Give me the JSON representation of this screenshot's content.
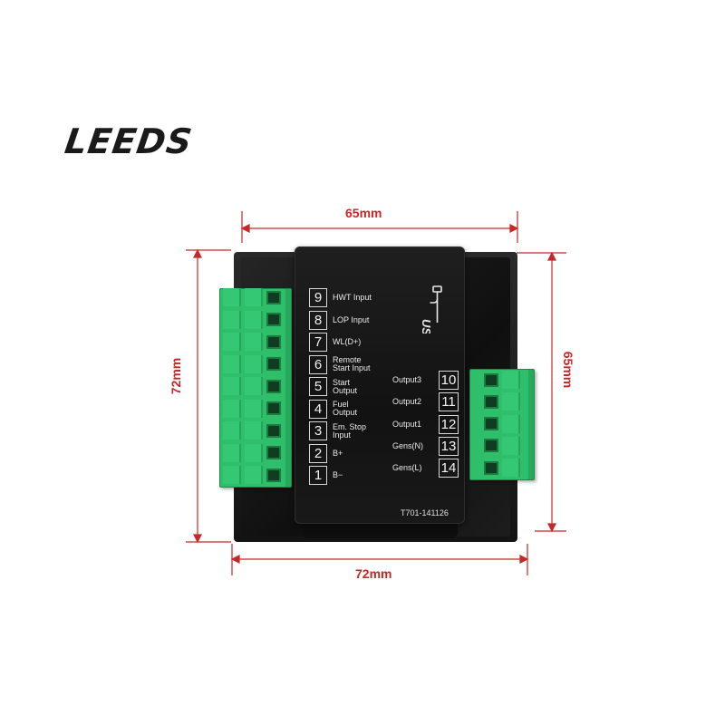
{
  "brand": {
    "name": "LEEDS"
  },
  "dimensions": {
    "top_width": "65mm",
    "bottom_width": "72mm",
    "left_height": "72mm",
    "right_height": "65mm",
    "line_color": "#c62828"
  },
  "left_terminals": [
    {
      "num": "9",
      "label": "HWT Input"
    },
    {
      "num": "8",
      "label": "LOP Input"
    },
    {
      "num": "7",
      "label": "WL(D+)"
    },
    {
      "num": "6",
      "label": "Remote\nStart Input"
    },
    {
      "num": "5",
      "label": "Start\nOutput"
    },
    {
      "num": "4",
      "label": "Fuel\nOutput"
    },
    {
      "num": "3",
      "label": "Em. Stop\nInput"
    },
    {
      "num": "2",
      "label": "B+"
    },
    {
      "num": "1",
      "label": "B−"
    }
  ],
  "right_terminals": [
    {
      "num": "10",
      "label": "Output3"
    },
    {
      "num": "11",
      "label": "Output2"
    },
    {
      "num": "12",
      "label": "Output1"
    },
    {
      "num": "13",
      "label": "Gens(N)"
    },
    {
      "num": "14",
      "label": "Gens(L)"
    }
  ],
  "usb": {
    "label": "USB",
    "icon": "usb-icon"
  },
  "serial_number": "T701-141126",
  "colors": {
    "terminal_green": "#2fbf6b",
    "device_black": "#141414"
  }
}
